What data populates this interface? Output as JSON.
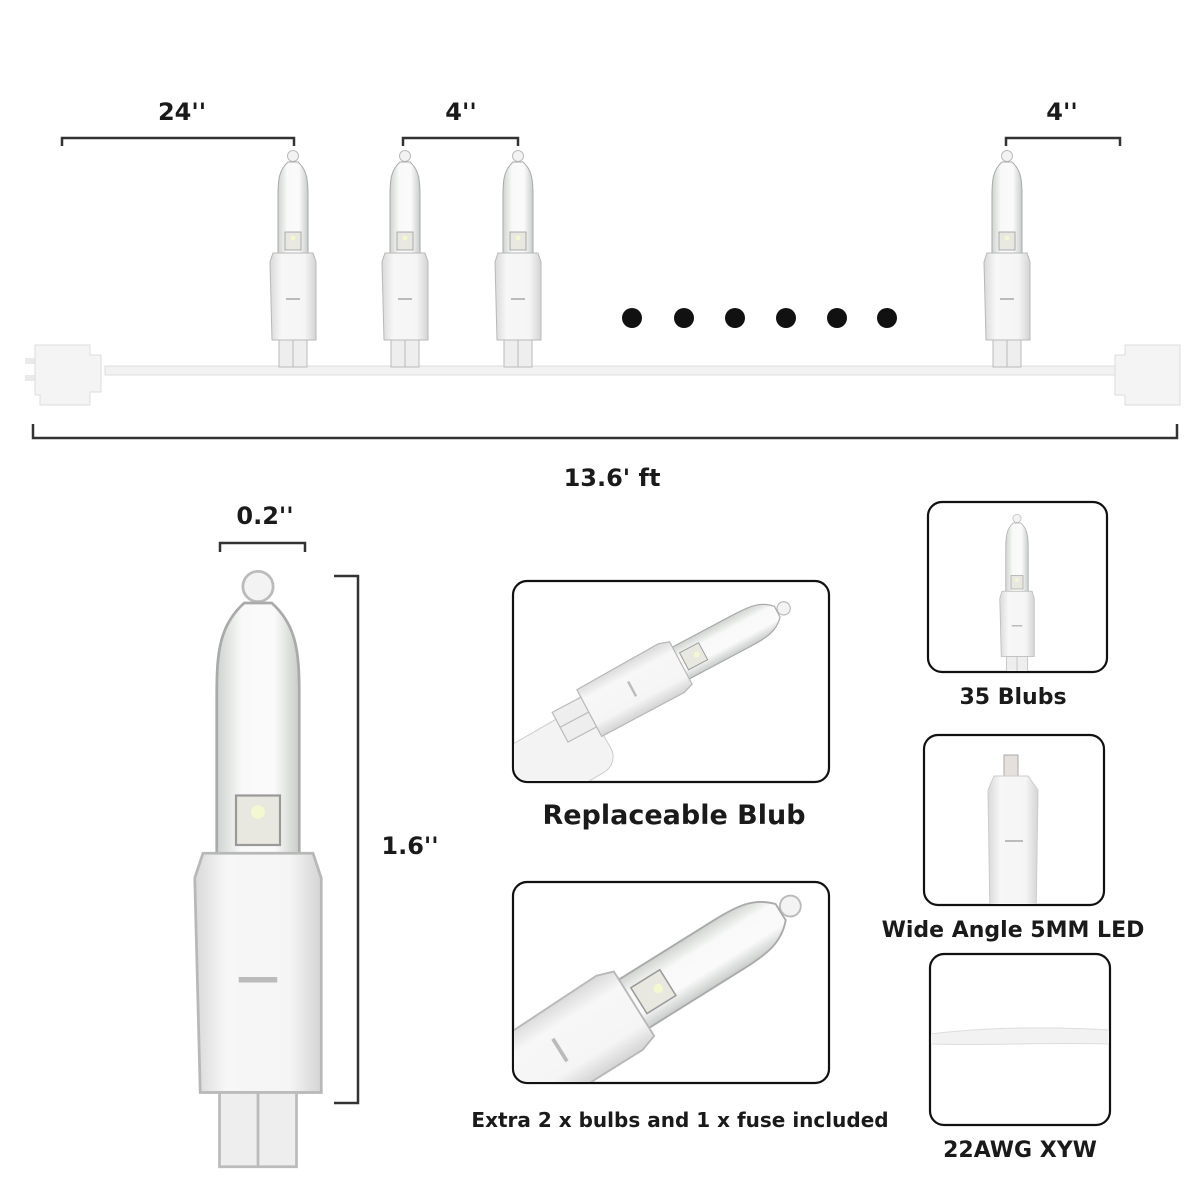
{
  "strand": {
    "lead_spacing": "24''",
    "bulb_spacing": "4''",
    "tail_spacing": "4''",
    "total_length": "13.6'  ft"
  },
  "bulb_dimensions": {
    "width": "0.2''",
    "height": "1.6''"
  },
  "features": {
    "replaceable": "Replaceable Blub",
    "extras": "Extra 2 x bulbs and 1 x fuse included",
    "bulb_count": "35 Blubs",
    "led_type": "Wide Angle 5MM LED",
    "wire": "22AWG XYW"
  },
  "colors": {
    "ink": "#1a1a1a",
    "plastic": "#f4f4f4",
    "glass": "#eef0ee"
  }
}
